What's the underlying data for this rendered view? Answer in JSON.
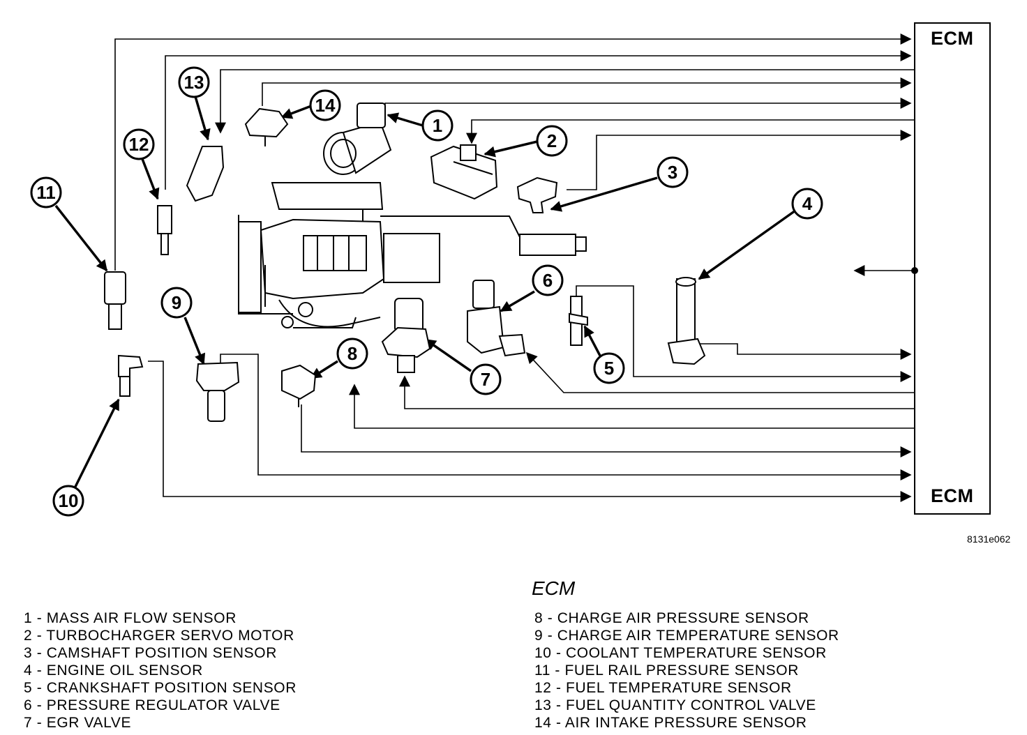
{
  "ecm": {
    "top_label": "ECM",
    "bottom_label": "ECM"
  },
  "figure_code": "8131e062",
  "legend_title": "ECM",
  "callouts": [
    "1",
    "2",
    "3",
    "4",
    "5",
    "6",
    "7",
    "8",
    "9",
    "10",
    "11",
    "12",
    "13",
    "14"
  ],
  "legend_left": [
    "1 - MASS AIR FLOW SENSOR",
    "2 - TURBOCHARGER SERVO MOTOR",
    "3 - CAMSHAFT POSITION SENSOR",
    "4 - ENGINE OIL SENSOR",
    "5 - CRANKSHAFT POSITION SENSOR",
    "6 - PRESSURE REGULATOR VALVE",
    "7 - EGR VALVE"
  ],
  "legend_right": [
    "8 - CHARGE AIR PRESSURE SENSOR",
    "9 - CHARGE AIR TEMPERATURE SENSOR",
    "10 - COOLANT TEMPERATURE SENSOR",
    "11 - FUEL RAIL PRESSURE SENSOR",
    "12 - FUEL TEMPERATURE SENSOR",
    "13 - FUEL QUANTITY CONTROL VALVE",
    "14 - AIR INTAKE PRESSURE SENSOR"
  ]
}
